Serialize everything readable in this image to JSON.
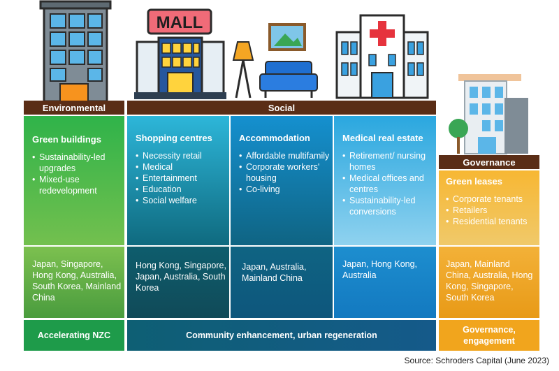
{
  "illustration": {
    "mall_sign": "MALL"
  },
  "headers": {
    "environmental": "Environmental",
    "social": "Social",
    "governance": "Governance"
  },
  "columns": {
    "green": {
      "title": "Green buildings",
      "bullets": [
        "Sustainability-led upgrades",
        "Mixed-use redevelopment"
      ],
      "regions": "Japan, Singapore, Hong Kong, Australia, South Korea, Mainland China"
    },
    "shopping": {
      "title": "Shopping centres",
      "bullets": [
        "Necessity retail",
        "Medical",
        "Entertainment",
        "Education",
        "Social welfare"
      ],
      "regions": "Hong Kong, Singapore, Japan, Australia, South Korea"
    },
    "accommodation": {
      "title": "Accommodation",
      "bullets": [
        "Affordable multifamily",
        "Corporate workers' housing",
        "Co-living"
      ],
      "regions": "Japan, Australia, Mainland China"
    },
    "medical": {
      "title": "Medical real estate",
      "bullets": [
        "Retirement/ nursing homes",
        "Medical offices and centres",
        "Sustainability-led conversions"
      ],
      "regions": "Japan, Hong Kong, Australia"
    },
    "leases": {
      "title": "Green leases",
      "bullets": [
        "Corporate tenants",
        "Retailers",
        "Residential tenants"
      ],
      "regions": "Japan, Mainland China, Australia, Hong Kong, Singapore, South Korea"
    }
  },
  "footers": {
    "environmental": "Accelerating NZC",
    "social": "Community enhancement, urban regeneration",
    "governance": "Governance, engagement"
  },
  "source": "Source: Schroders Capital (June 2023)",
  "colors": {
    "header_brown": "#5a2d16",
    "green": "#39b54a",
    "orange": "#f5a623",
    "teal_dark": "#0c5f6d",
    "blue_light": "#27aae1"
  }
}
